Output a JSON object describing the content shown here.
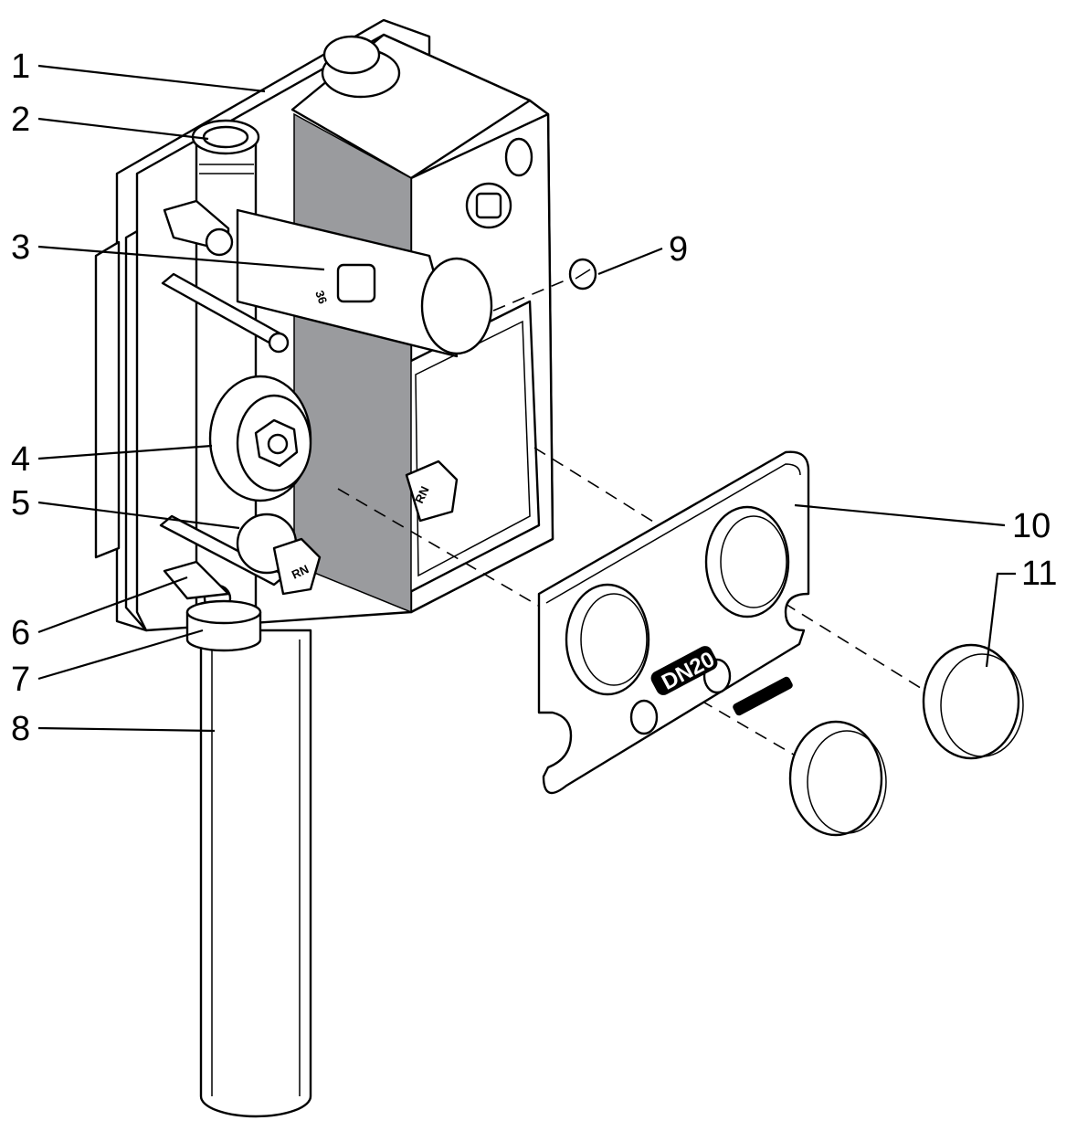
{
  "callouts": [
    {
      "id": "1",
      "label": "1"
    },
    {
      "id": "2",
      "label": "2"
    },
    {
      "id": "3",
      "label": "3"
    },
    {
      "id": "4",
      "label": "4"
    },
    {
      "id": "5",
      "label": "5"
    },
    {
      "id": "6",
      "label": "6"
    },
    {
      "id": "7",
      "label": "7"
    },
    {
      "id": "8",
      "label": "8"
    },
    {
      "id": "9",
      "label": "9"
    },
    {
      "id": "10",
      "label": "10"
    },
    {
      "id": "11",
      "label": "11"
    }
  ],
  "plate_marking": "DN20",
  "cap_marking": "RN",
  "colors": {
    "line": "#000000",
    "grey_foam": "#9a9b9e",
    "background": "#ffffff"
  }
}
